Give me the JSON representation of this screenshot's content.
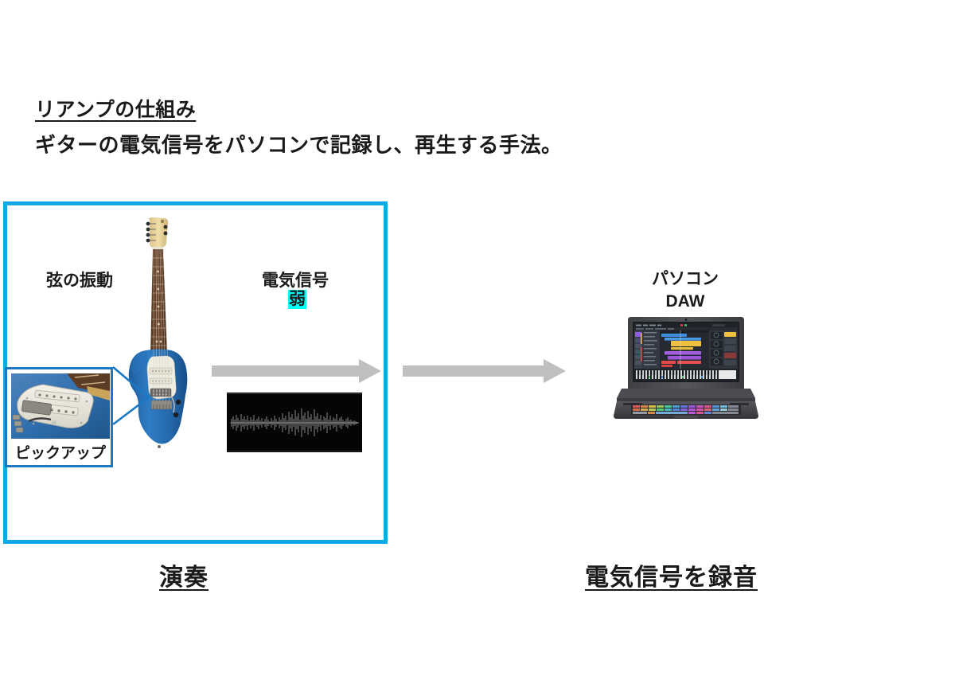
{
  "heading": {
    "title": "リアンプの仕組み",
    "subtitle": "ギターの電気信号をパソコンで記録し、再生する手法。"
  },
  "stage_box": {
    "border_color": "#0fa8e8",
    "caption": "演奏"
  },
  "labels": {
    "string_vibration": "弦の振動",
    "electric_signal": "電気信号",
    "signal_strength": "弱",
    "signal_strength_highlight_color": "#00ffff",
    "pickup": "ピックアップ",
    "computer_line1": "パソコン",
    "computer_line2": "DAW"
  },
  "captions": {
    "left": "演奏",
    "right": "電気信号を録音"
  },
  "arrows": {
    "color": "#bfbfbf",
    "first_alt": "signal-flow-arrow-guitar-to-signal",
    "second_alt": "signal-flow-arrow-signal-to-computer"
  },
  "waveform": {
    "background_color": "#050505",
    "trace_color": "#c8c8c8",
    "alt": "recorded audio waveform, low amplitude"
  },
  "callout": {
    "border_color": "#1b79c4",
    "photo_alt": "close-up photo of guitar pickups on blue body"
  },
  "guitar": {
    "alt": "blue electric guitar",
    "body_color": "#2b6fb5",
    "pickguard_color": "#efece0",
    "fretboard_color": "#6b4532",
    "headstock_color": "#e8d79c"
  },
  "laptop": {
    "alt": "gaming laptop running a DAW",
    "chassis_color": "#4a4a4e",
    "screen_color": "#2c3038"
  }
}
